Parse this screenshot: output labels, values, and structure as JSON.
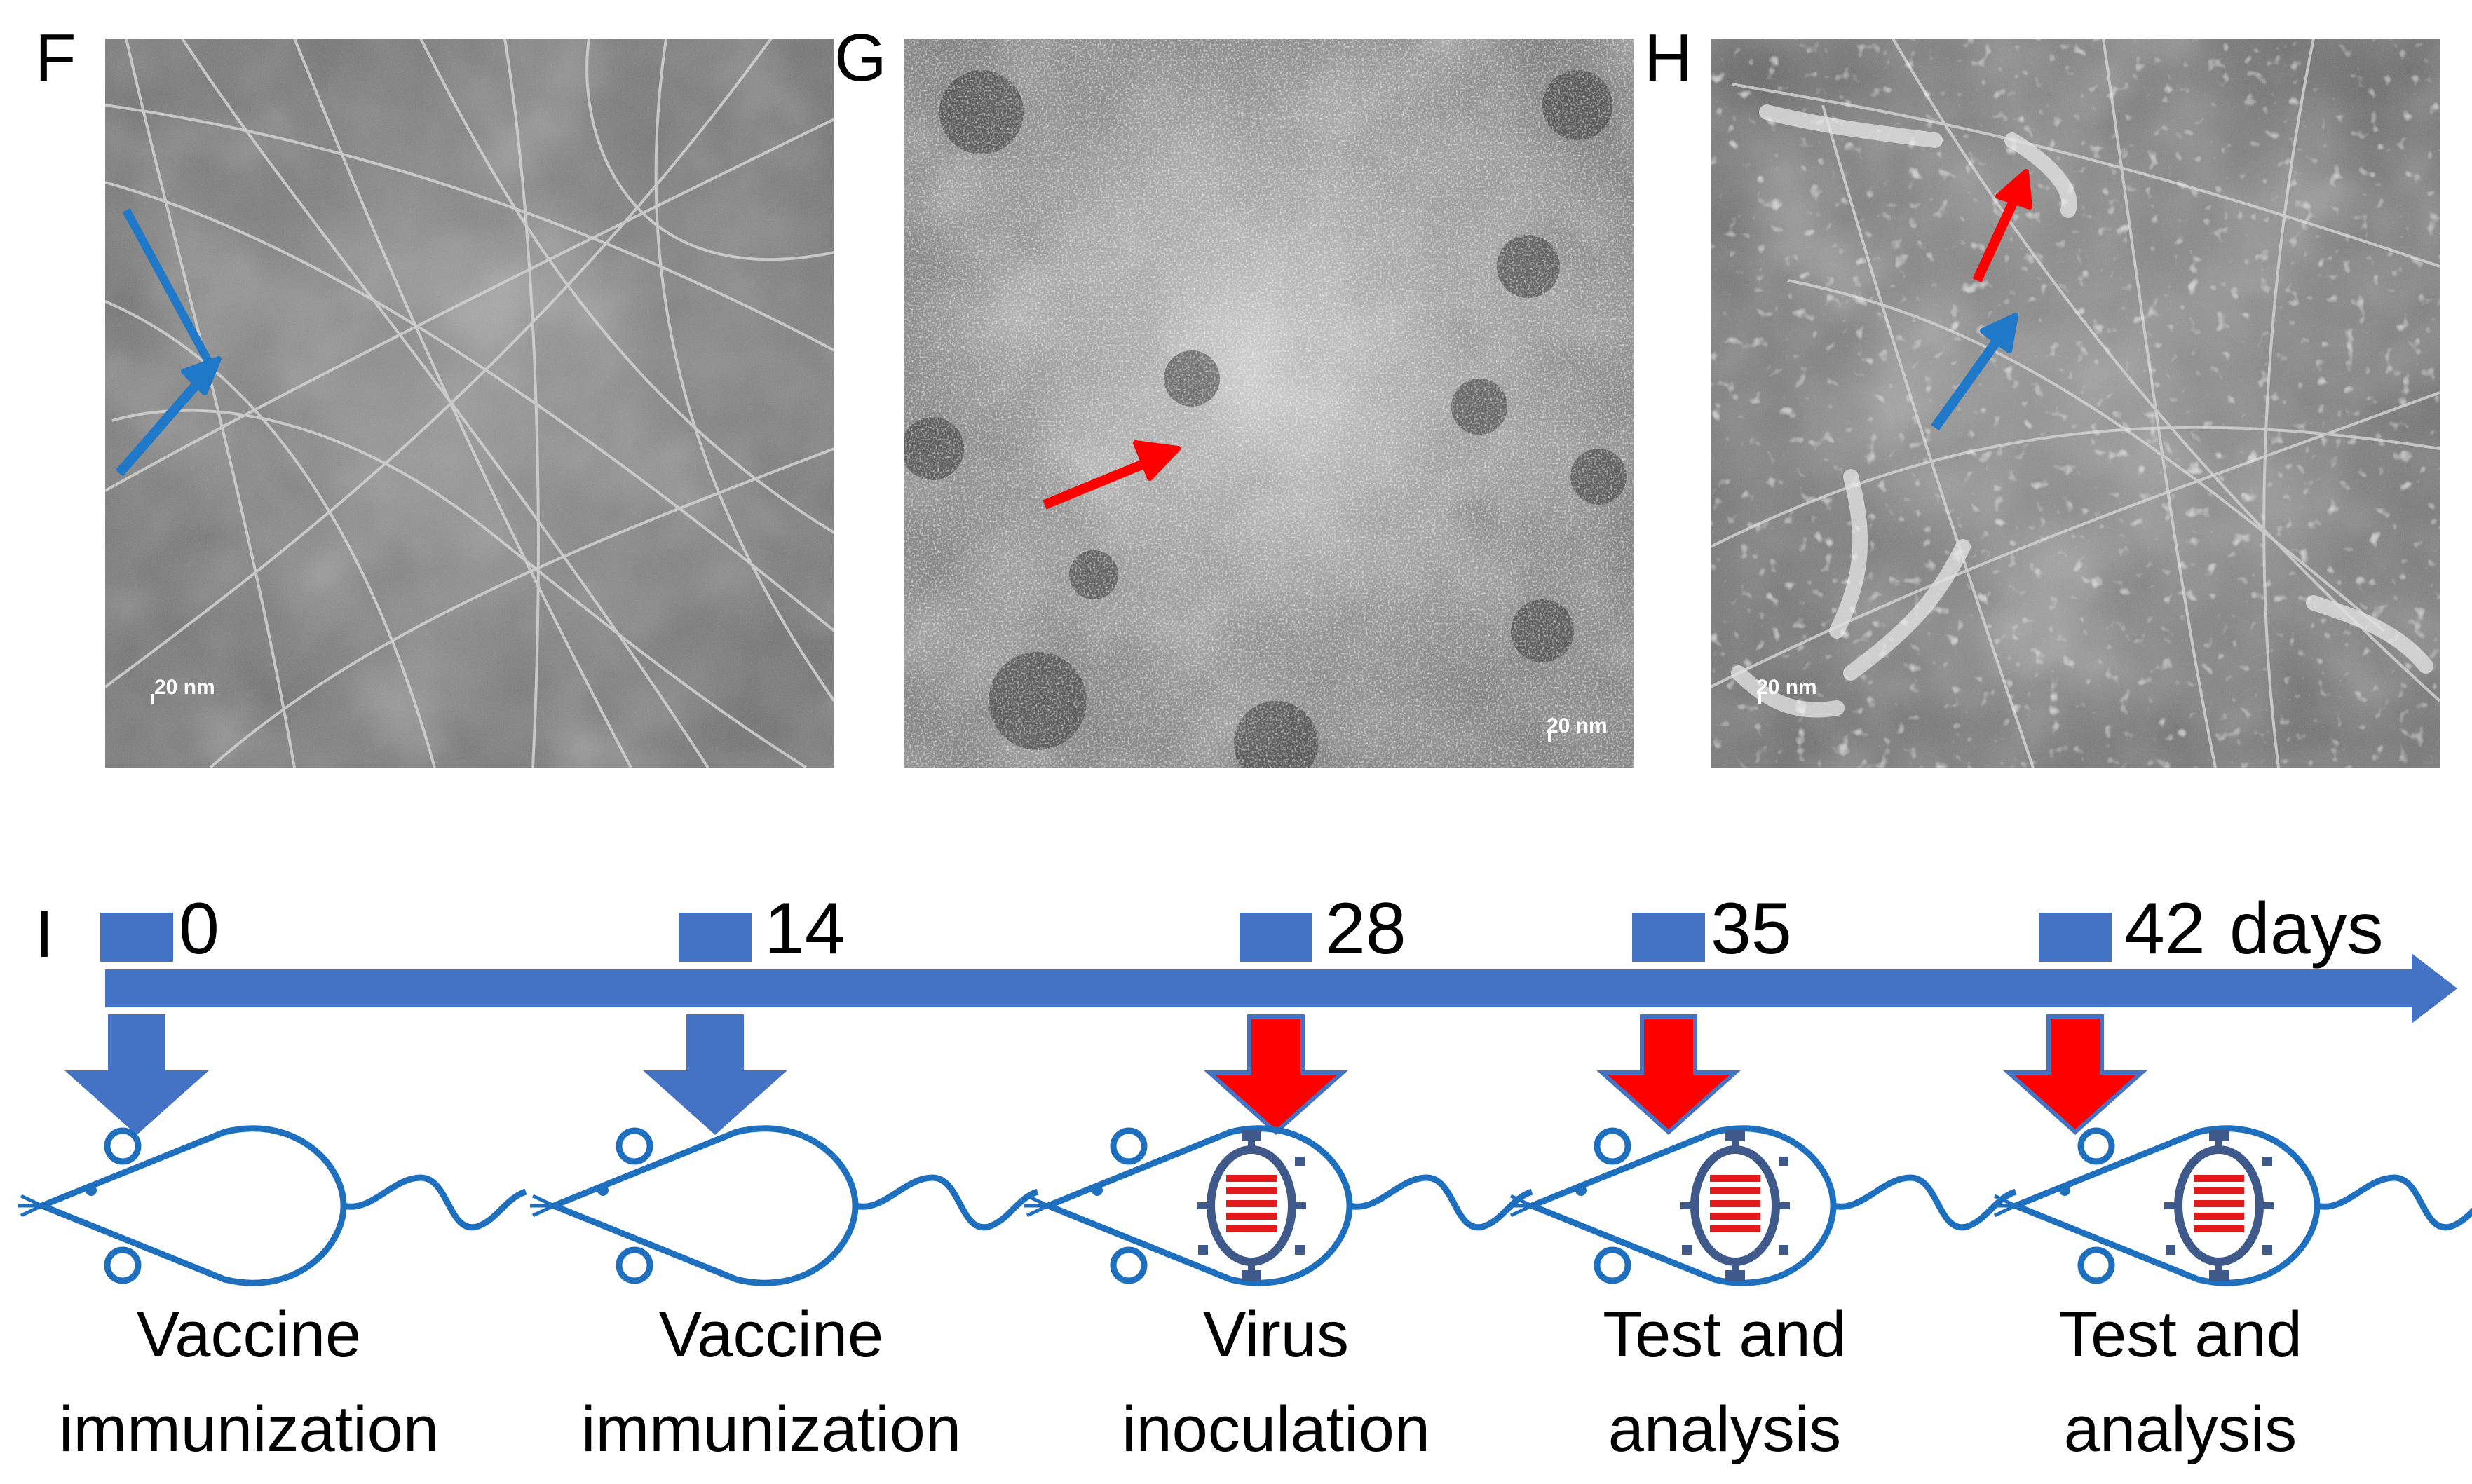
{
  "panels": [
    {
      "label": "F",
      "scale_bar": "20 nm"
    },
    {
      "label": "G",
      "scale_bar": "20 nm"
    },
    {
      "label": "H",
      "scale_bar": "20 nm"
    }
  ],
  "timeline": {
    "label": "I",
    "unit": "days",
    "colors": {
      "axis": "#4472c4",
      "vaccine_arrow": "#4472c4",
      "virus_arrow": "#ff0000",
      "mouse": "#1f6fbf",
      "virus_fill": "#e31a1c",
      "virus_outline": "#3f5a8a"
    },
    "milestones": [
      {
        "day": "0",
        "kind": "vaccine",
        "event": [
          "Vaccine",
          "immunization"
        ]
      },
      {
        "day": "14",
        "kind": "vaccine",
        "event": [
          "Vaccine",
          "immunization"
        ]
      },
      {
        "day": "28",
        "kind": "virus",
        "event": [
          "Virus",
          "inoculation"
        ]
      },
      {
        "day": "35",
        "kind": "virus",
        "event": [
          "Test and",
          "analysis"
        ]
      },
      {
        "day": "42",
        "kind": "virus",
        "event": [
          "Test and",
          "analysis"
        ]
      }
    ]
  }
}
